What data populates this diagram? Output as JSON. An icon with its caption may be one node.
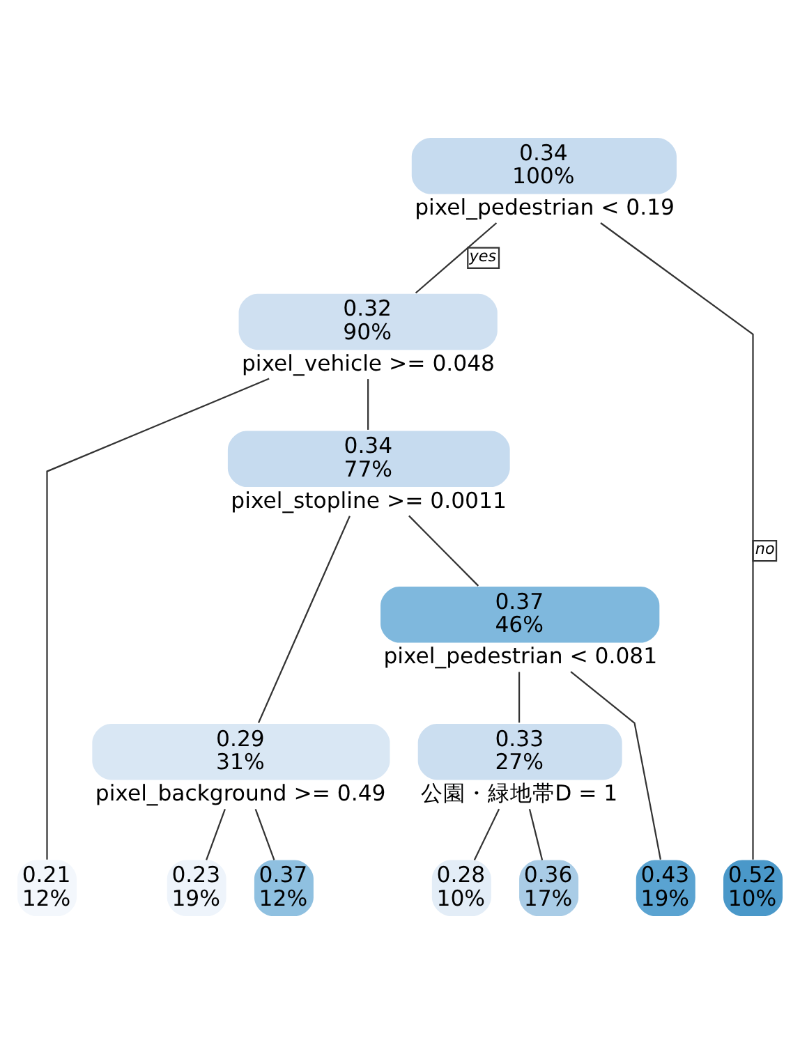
{
  "diagram": {
    "nodes": [
      {
        "text": [
          "0.34",
          "100%"
        ],
        "beside": [
          "pixel_pedestrian < 0.19"
        ]
      },
      {
        "text": [
          "0.32",
          "90%"
        ],
        "beside": [
          "pixel_vehicle >= 0.048"
        ]
      },
      {
        "text": [
          "0.34",
          "77%"
        ],
        "beside": [
          "pixel_stopline >= 0.0011"
        ]
      },
      {
        "text": [
          "0.29",
          "31%"
        ],
        "beside": [
          "pixel_background >= 0.49"
        ]
      },
      {
        "text": [
          "0.37",
          "46%"
        ],
        "beside": [
          "pixel_pedestrian < 0.081"
        ]
      },
      {
        "text": [
          "0.33",
          "27%"
        ],
        "beside": [
          "公園・緑地帯D = 1"
        ]
      },
      {
        "text": [
          "0.21",
          "12%"
        ]
      },
      {
        "text": [
          "0.23",
          "19%"
        ]
      },
      {
        "text": [
          "0.37",
          "12%"
        ]
      },
      {
        "text": [
          "0.28",
          "10%"
        ]
      },
      {
        "text": [
          "0.36",
          "17%"
        ]
      },
      {
        "text": [
          "0.43",
          "19%"
        ]
      },
      {
        "text": [
          "0.52",
          "10%"
        ]
      }
    ],
    "edges": [
      {
        "from": 0,
        "to": 1,
        "arrow": "none",
        "label": "yes"
      },
      {
        "from": 0,
        "to": 12,
        "arrow": "none",
        "label": "no"
      },
      {
        "from": 1,
        "to": 6,
        "arrow": "none"
      },
      {
        "from": 1,
        "to": 2,
        "arrow": "none"
      },
      {
        "from": 2,
        "to": 3,
        "arrow": "none"
      },
      {
        "from": 2,
        "to": 4,
        "arrow": "none"
      },
      {
        "from": 3,
        "to": 7,
        "arrow": "none"
      },
      {
        "from": 3,
        "to": 8,
        "arrow": "none"
      },
      {
        "from": 4,
        "to": 5,
        "arrow": "none"
      },
      {
        "from": 4,
        "to": 11,
        "arrow": "none"
      },
      {
        "from": 5,
        "to": 9,
        "arrow": "none"
      },
      {
        "from": 5,
        "to": 10,
        "arrow": "none"
      }
    ]
  }
}
